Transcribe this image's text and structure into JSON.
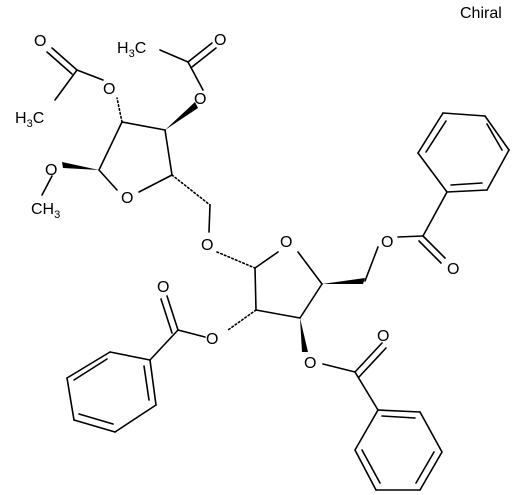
{
  "chiral_label": "Chiral",
  "atoms": [
    {
      "id": "o_acetyl_1_carbonyl",
      "text": "O"
    },
    {
      "id": "o_acetyl_2_carbonyl",
      "text": "O"
    },
    {
      "id": "o_acetyl_1_ester",
      "text": "O"
    },
    {
      "id": "o_acetyl_2_ester",
      "text": "O"
    },
    {
      "id": "o_methoxy",
      "text": "O"
    },
    {
      "id": "o_ring_1",
      "text": "O"
    },
    {
      "id": "o_glycosidic",
      "text": "O"
    },
    {
      "id": "o_ring_2",
      "text": "O"
    },
    {
      "id": "o_benzoyl_5_ester",
      "text": "O"
    },
    {
      "id": "o_benzoyl_5_carbonyl",
      "text": "O"
    },
    {
      "id": "o_benzoyl_2_carbonyl",
      "text": "O"
    },
    {
      "id": "o_benzoyl_2_ester",
      "text": "O"
    },
    {
      "id": "o_benzoyl_3_ester",
      "text": "O"
    },
    {
      "id": "o_benzoyl_3_carbonyl",
      "text": "O"
    }
  ],
  "methyl_groups": [
    {
      "id": "ch3_acetyl_1",
      "main": "H",
      "sub": "3",
      "tail": "C"
    },
    {
      "id": "ch3_acetyl_2",
      "main": "H",
      "sub": "3",
      "tail": "C"
    },
    {
      "id": "ch3_methoxy",
      "main": "CH",
      "sub": "3",
      "tail": ""
    }
  ]
}
